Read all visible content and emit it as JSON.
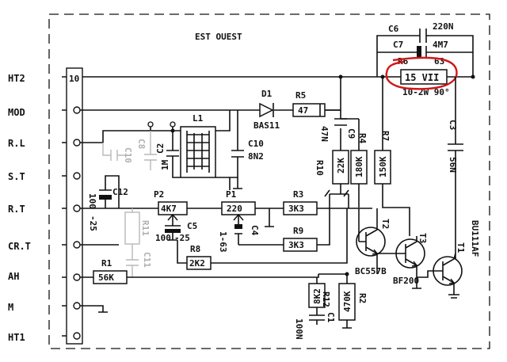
{
  "title": "EST OUEST",
  "pins": [
    "HT2",
    "MOD",
    "R.L",
    "S.T",
    "R.T",
    "CR.T",
    "AH",
    "M",
    "HT1"
  ],
  "pin_marker": "10",
  "components": {
    "c6": {
      "ref": "C6",
      "value": "220N"
    },
    "c7": {
      "ref": "C7",
      "value": "4M7"
    },
    "r6": {
      "ref": "R6",
      "value": "63",
      "box": "15 VII",
      "rating": "10-2W 90°"
    },
    "d1": {
      "ref": "D1",
      "value": "BAS11"
    },
    "r5": {
      "ref": "R5",
      "value": "47"
    },
    "l1": {
      "ref": "L1"
    },
    "c2": {
      "ref": "C2",
      "value": "1M"
    },
    "c8": {
      "ref": "C8"
    },
    "c10_ghost": {
      "ref": "C10"
    },
    "c10": {
      "ref": "C10",
      "value": "8N2"
    },
    "c9": {
      "ref": "C9",
      "value": "47N"
    },
    "r10": {
      "ref": "R10",
      "value": "22K"
    },
    "r4": {
      "ref": "R4",
      "value": "180K"
    },
    "r7": {
      "ref": "R7",
      "value": "150K"
    },
    "c3": {
      "ref": "C3",
      "value": "56N"
    },
    "c12": {
      "ref": "C12",
      "value": "100",
      "rating": "-25"
    },
    "p2": {
      "ref": "P2",
      "value": "4K7"
    },
    "c5": {
      "ref": "C5",
      "value": "100",
      "rating": "-25"
    },
    "p1": {
      "ref": "P1",
      "value": "220"
    },
    "c4": {
      "ref": "C4",
      "value": "1-63"
    },
    "r3": {
      "ref": "R3",
      "value": "3K3"
    },
    "r9": {
      "ref": "R9",
      "value": "3K3"
    },
    "r8": {
      "ref": "R8",
      "value": "2K2"
    },
    "r11": {
      "ref": "R11"
    },
    "c11": {
      "ref": "C11"
    },
    "r1": {
      "ref": "R1",
      "value": "56K"
    },
    "r12": {
      "ref": "R12",
      "value": "8K2"
    },
    "c1": {
      "ref": "C1",
      "value": "100N"
    },
    "r2": {
      "ref": "R2",
      "value": "470K"
    },
    "t1": {
      "ref": "T1",
      "value": "BU111AF"
    },
    "t2": {
      "ref": "T2",
      "value": "BC557B"
    },
    "t3": {
      "ref": "T3",
      "value": "BF200"
    }
  }
}
